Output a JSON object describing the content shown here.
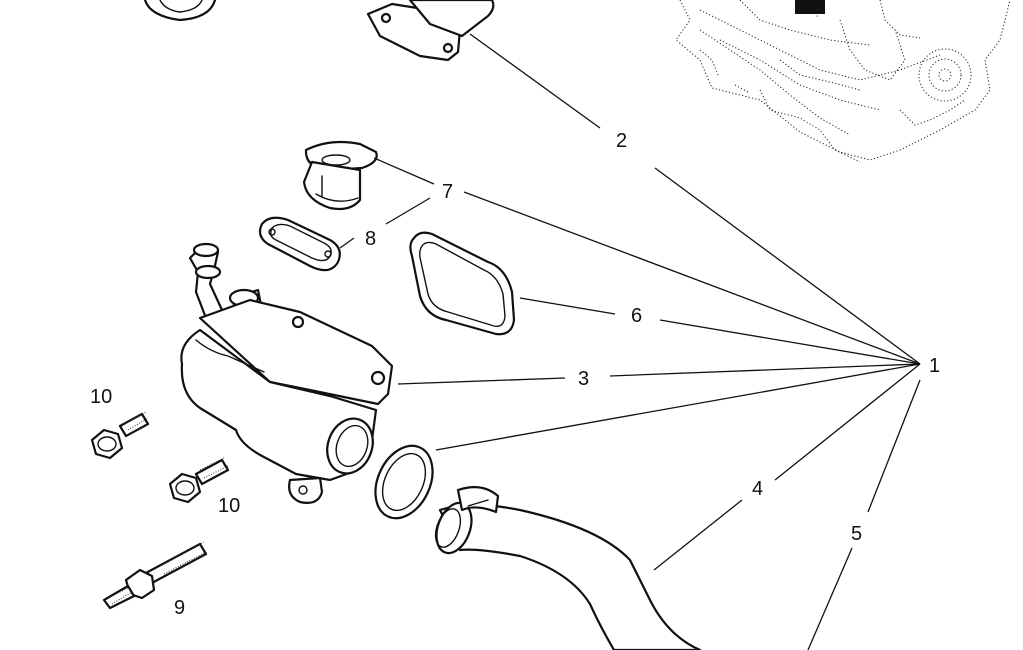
{
  "callouts": {
    "c1": "1",
    "c2": "2",
    "c3": "3",
    "c4": "4",
    "c5": "5",
    "c6": "6",
    "c7": "7",
    "c8": "8",
    "c9": "9",
    "c10a": "10",
    "c10b": "10"
  }
}
